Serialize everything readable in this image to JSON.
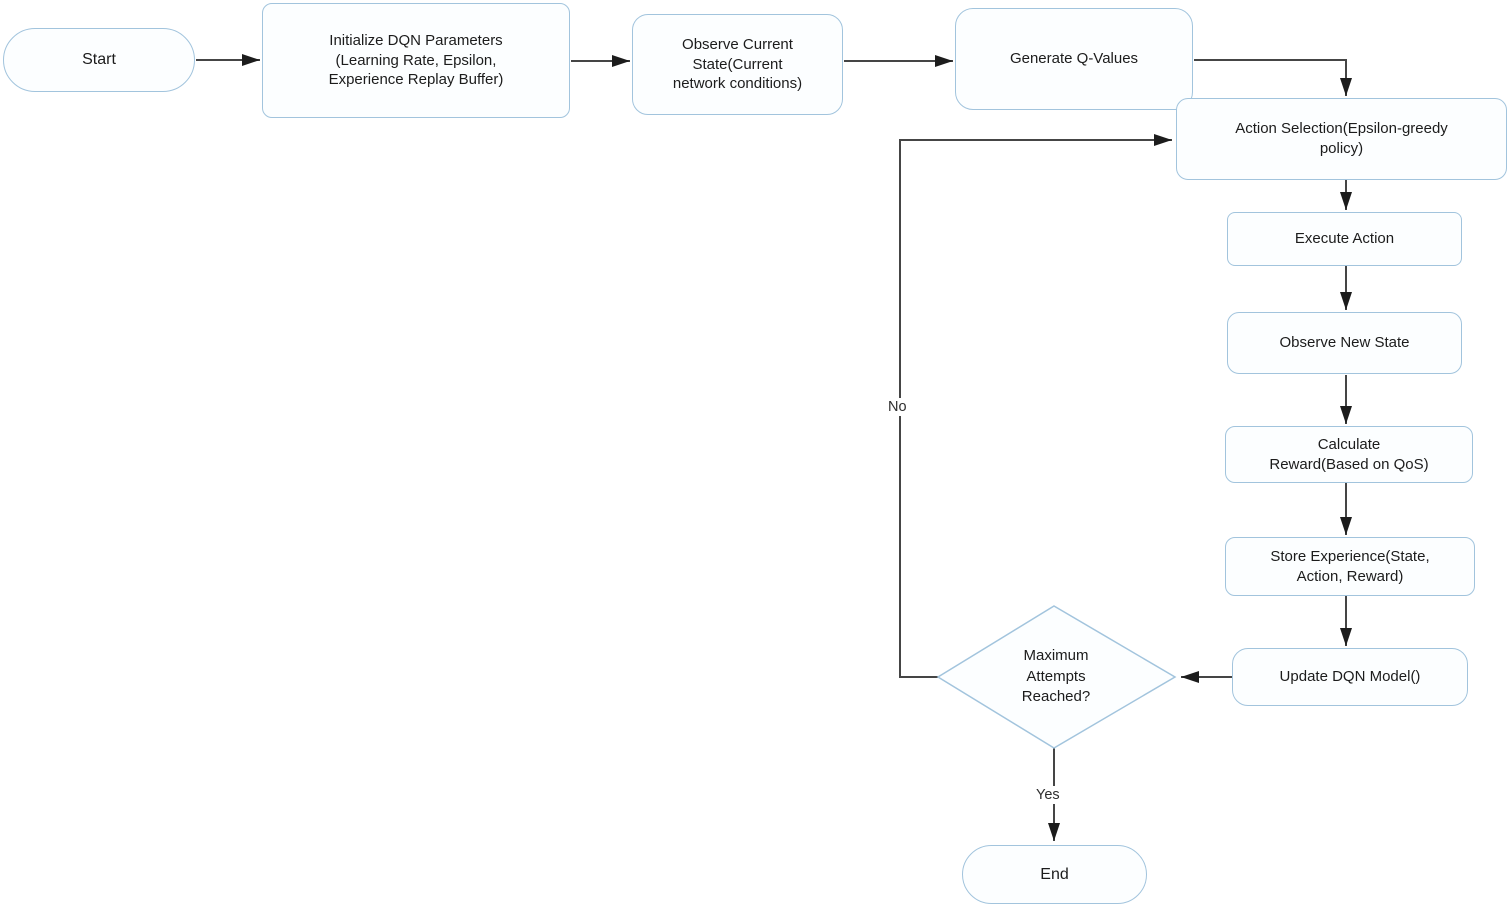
{
  "colors": {
    "node_border": "#a2c4dd",
    "node_fill": "#fcfeff",
    "connector": "#454545",
    "arrowhead": "#1c1c1c",
    "text": "#1c1c1c",
    "background": "#ffffff"
  },
  "nodes": {
    "start": {
      "shape": "terminator",
      "label": "Start"
    },
    "initialize": {
      "shape": "process",
      "label": "Initialize DQN Parameters\n(Learning Rate, Epsilon,\nExperience Replay Buffer)"
    },
    "observe_current": {
      "shape": "process",
      "label": "Observe Current\nState(Current\nnetwork conditions)"
    },
    "generate_q": {
      "shape": "process",
      "label": "Generate Q-Values"
    },
    "action_selection": {
      "shape": "process",
      "label": "Action Selection(Epsilon-greedy\npolicy)"
    },
    "execute_action": {
      "shape": "process",
      "label": "Execute Action"
    },
    "observe_new": {
      "shape": "process",
      "label": "Observe New State"
    },
    "calculate_reward": {
      "shape": "process",
      "label": "Calculate\nReward(Based on QoS)"
    },
    "store_experience": {
      "shape": "process",
      "label": "Store Experience(State,\nAction, Reward)"
    },
    "update_model": {
      "shape": "process",
      "label": "Update DQN Model()"
    },
    "decision": {
      "shape": "decision",
      "label": "Maximum\nAttempts\nReached?"
    },
    "end": {
      "shape": "terminator",
      "label": "End"
    }
  },
  "edge_labels": {
    "no": "No",
    "yes": "Yes"
  }
}
